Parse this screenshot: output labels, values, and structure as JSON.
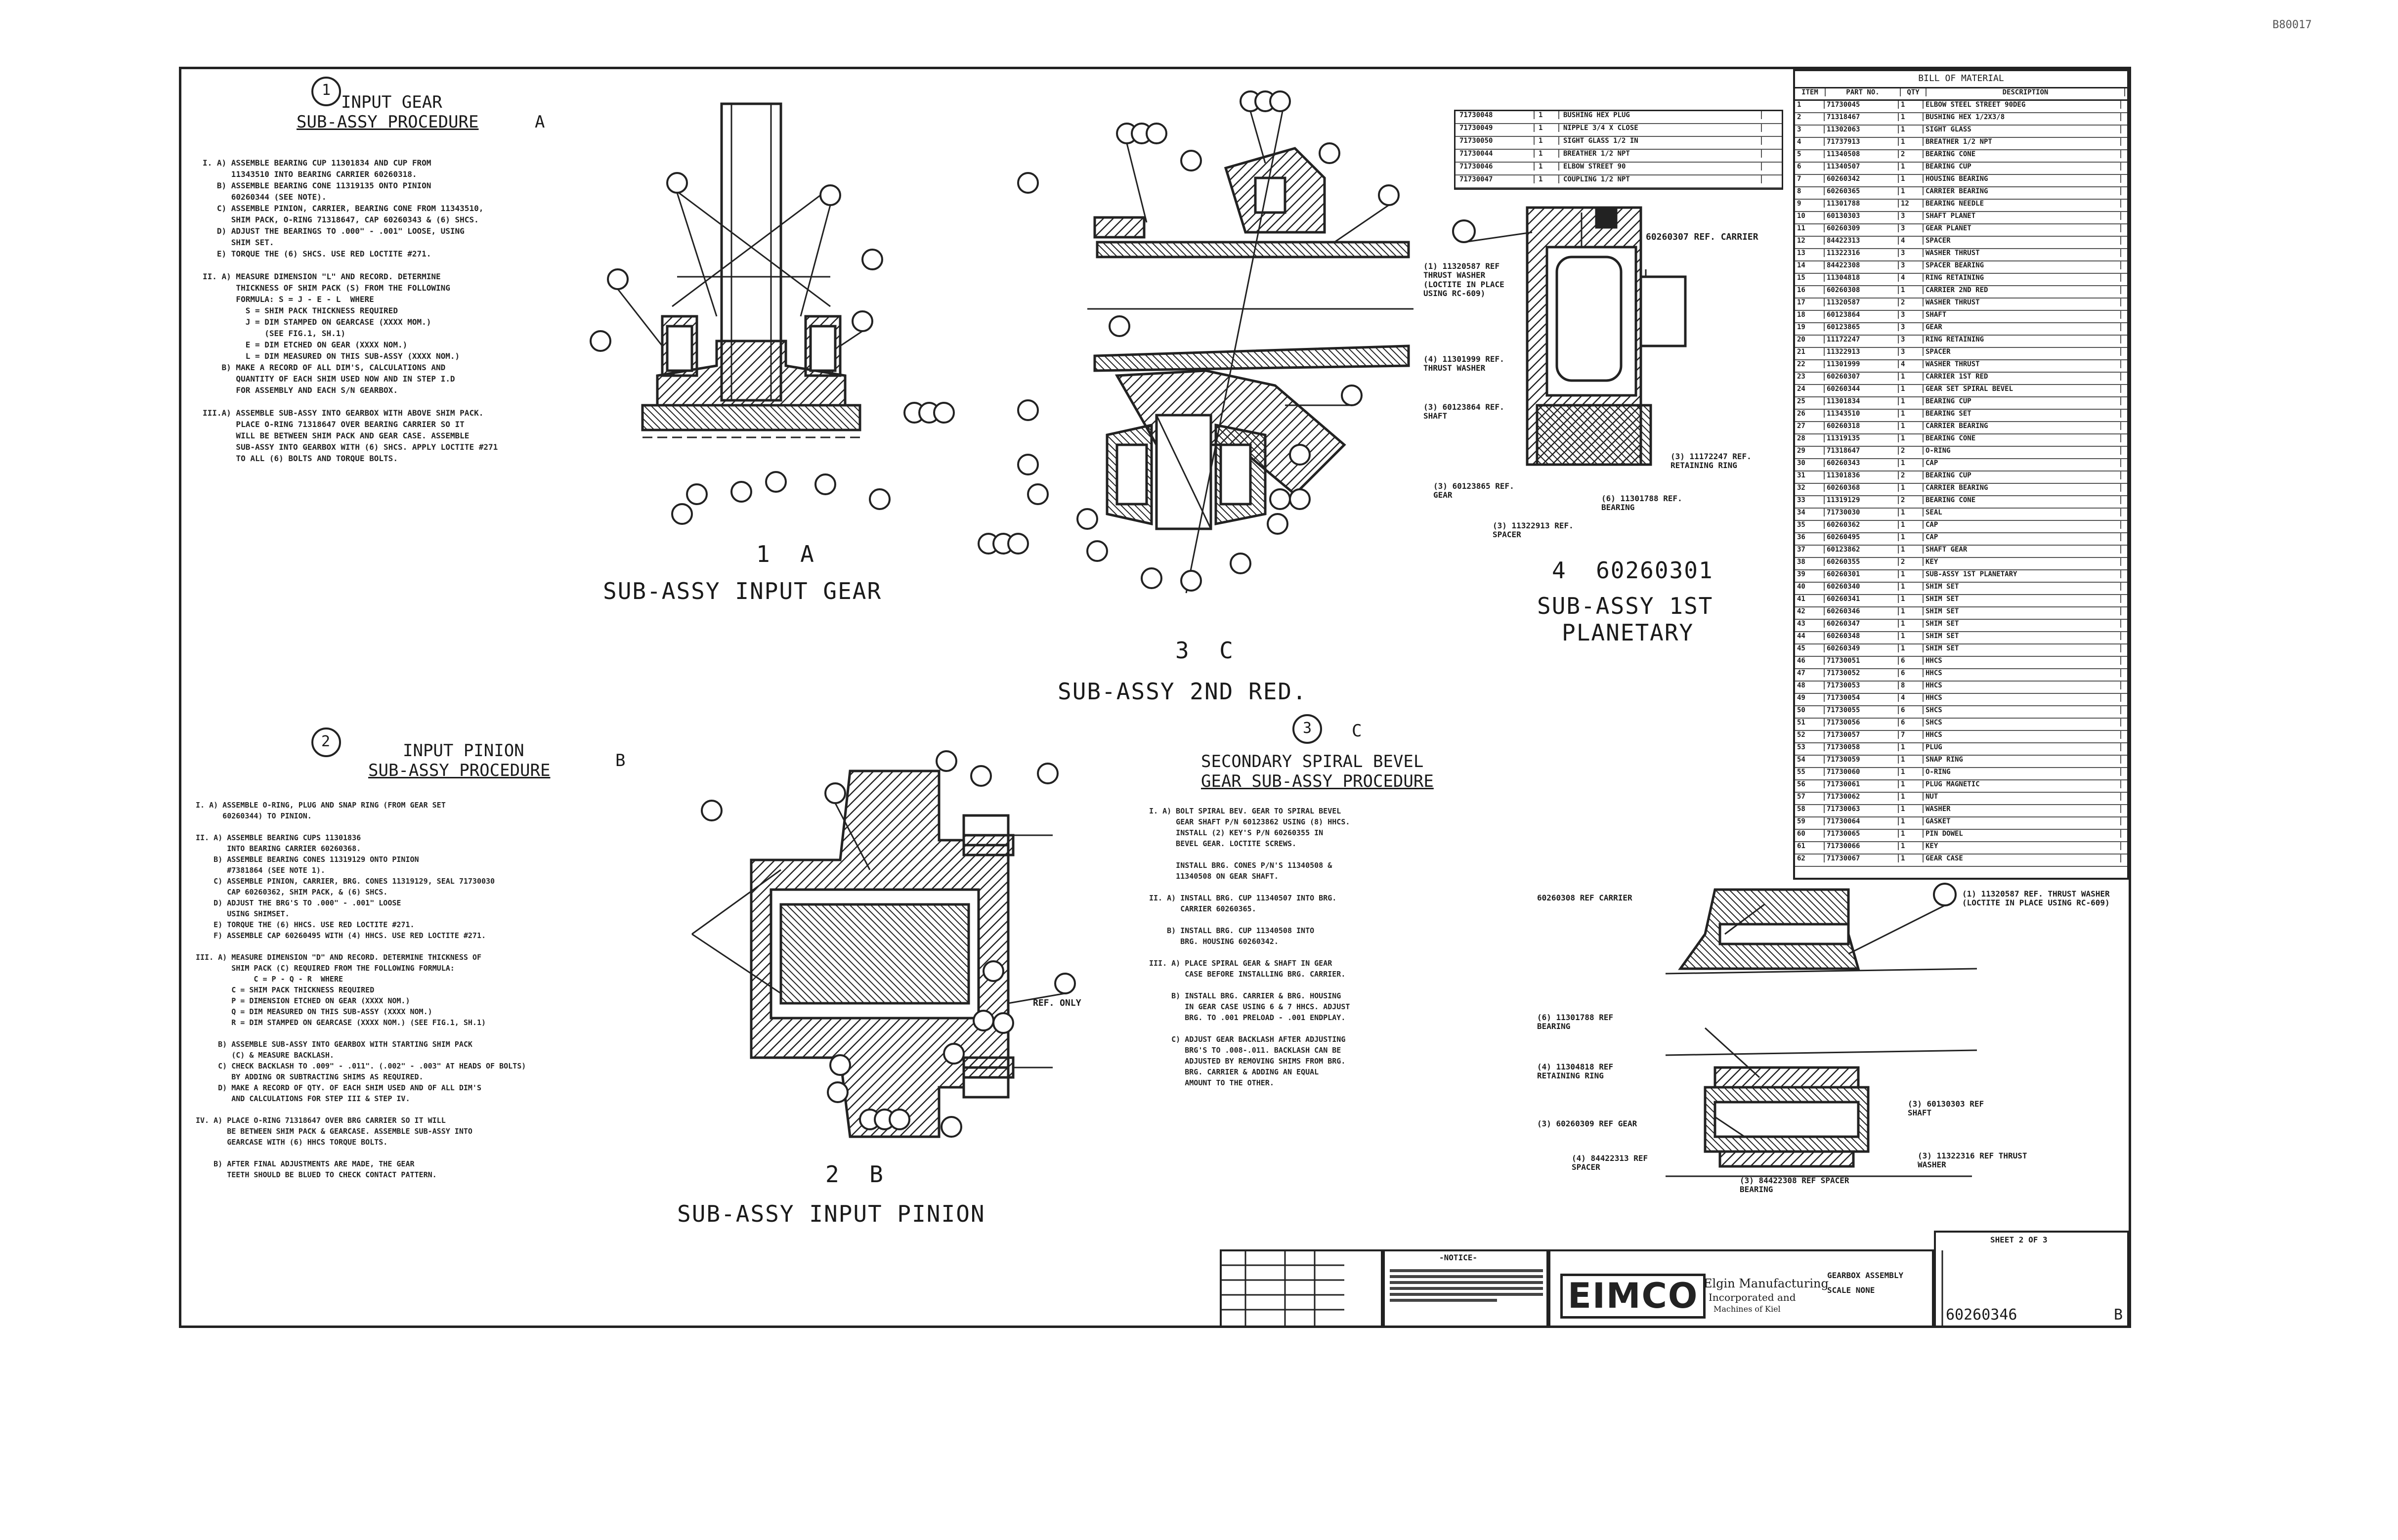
{
  "corner_ref": "B80017",
  "views": {
    "input_gear": {
      "marker": "1",
      "title": "INPUT GEAR",
      "subtitle": "SUB-ASSY PROCEDURE",
      "letter": "A",
      "steps": [
        "I. A) ASSEMBLE BEARING CUP 11301834 AND CUP FROM",
        "      11343510 INTO BEARING CARRIER 60260318.",
        "   B) ASSEMBLE BEARING CONE 11319135 ONTO PINION",
        "      60260344 (SEE NOTE).",
        "   C) ASSEMBLE PINION, CARRIER, BEARING CONE FROM 11343510,",
        "      SHIM PACK, O-RING 71318647, CAP 60260343 & (6) SHCS.",
        "   D) ADJUST THE BEARINGS TO .000\" - .001\" LOOSE, USING",
        "      SHIM SET.",
        "   E) TORQUE THE (6) SHCS. USE RED LOCTITE #271.",
        "",
        "II. A) MEASURE DIMENSION \"L\" AND RECORD. DETERMINE",
        "       THICKNESS OF SHIM PACK (S) FROM THE FOLLOWING",
        "       FORMULA: S = J - E - L  WHERE",
        "         S = SHIM PACK THICKNESS REQUIRED",
        "         J = DIM STAMPED ON GEARCASE (XXXX MOM.)",
        "             (SEE FIG.1, SH.1)",
        "         E = DIM ETCHED ON GEAR (XXXX NOM.)",
        "         L = DIM MEASURED ON THIS SUB-ASSY (XXXX NOM.)",
        "    B) MAKE A RECORD OF ALL DIM'S, CALCULATIONS AND",
        "       QUANTITY OF EACH SHIM USED NOW AND IN STEP I.D",
        "       FOR ASSEMBLY AND EACH S/N GEARBOX.",
        "",
        "III.A) ASSEMBLE SUB-ASSY INTO GEARBOX WITH ABOVE SHIM PACK.",
        "       PLACE O-RING 71318647 OVER BEARING CARRIER SO IT",
        "       WILL BE BETWEEN SHIM PACK AND GEAR CASE. ASSEMBLE",
        "       SUB-ASSY INTO GEARBOX WITH (6) SHCS. APPLY LOCTITE #271",
        "       TO ALL (6) BOLTS AND TORQUE BOLTS."
      ],
      "label": "1  A",
      "caption": "SUB-ASSY INPUT GEAR"
    },
    "second_red": {
      "label": "3  C",
      "caption": "SUB-ASSY 2ND RED."
    },
    "first_planetary": {
      "label": "4  60260301",
      "caption_1": "SUB-ASSY 1ST",
      "caption_2": "PLANETARY",
      "callouts": [
        "60260307 REF. CARRIER",
        "(1) 11320587 REF THRUST WASHER (LOCTITE IN PLACE USING RC-609)",
        "(4) 11301999 REF. THRUST WASHER",
        "(3) 60123864 REF. SHAFT",
        "(3) 11172247 REF. RETAINING RING",
        "(3) 60123865 REF. GEAR",
        "(6) 11301788 REF. BEARING",
        "(3) 11322913 REF. SPACER"
      ]
    },
    "input_pinion": {
      "marker": "2",
      "title": "INPUT PINION",
      "subtitle": "SUB-ASSY PROCEDURE",
      "letter": "B",
      "steps": [
        "I. A) ASSEMBLE O-RING, PLUG AND SNAP RING (FROM GEAR SET",
        "      60260344) TO PINION.",
        "",
        "II. A) ASSEMBLE BEARING CUPS 11301836",
        "       INTO BEARING CARRIER 60260368.",
        "    B) ASSEMBLE BEARING CONES 11319129 ONTO PINION",
        "       #7381864 (SEE NOTE 1).",
        "    C) ASSEMBLE PINION, CARRIER, BRG. CONES 11319129, SEAL 71730030",
        "       CAP 60260362, SHIM PACK, & (6) SHCS.",
        "    D) ADJUST THE BRG'S TO .000\" - .001\" LOOSE",
        "       USING SHIMSET.",
        "    E) TORQUE THE (6) HHCS. USE RED LOCTITE #271.",
        "    F) ASSEMBLE CAP 60260495 WITH (4) HHCS. USE RED LOCTITE #271.",
        "",
        "III. A) MEASURE DIMENSION \"D\" AND RECORD. DETERMINE THICKNESS OF",
        "        SHIM PACK (C) REQUIRED FROM THE FOLLOWING FORMULA:",
        "             C = P - Q - R  WHERE",
        "        C = SHIM PACK THICKNESS REQUIRED",
        "        P = DIMENSION ETCHED ON GEAR (XXXX NOM.)",
        "        Q = DIM MEASURED ON THIS SUB-ASSY (XXXX NOM.)",
        "        R = DIM STAMPED ON GEARCASE (XXXX NOM.) (SEE FIG.1, SH.1)",
        "",
        "     B) ASSEMBLE SUB-ASSY INTO GEARBOX WITH STARTING SHIM PACK",
        "        (C) & MEASURE BACKLASH.",
        "     C) CHECK BACKLASH TO .009\" - .011\". (.002\" - .003\" AT HEADS OF BOLTS)",
        "        BY ADDING OR SUBTRACTING SHIMS AS REQUIRED.",
        "     D) MAKE A RECORD OF QTY. OF EACH SHIM USED AND OF ALL DIM'S",
        "        AND CALCULATIONS FOR STEP III & STEP IV.",
        "",
        "IV. A) PLACE O-RING 71318647 OVER BRG CARRIER SO IT WILL",
        "       BE BETWEEN SHIM PACK & GEARCASE. ASSEMBLE SUB-ASSY INTO",
        "       GEARCASE WITH (6) HHCS TORQUE BOLTS.",
        "",
        "    B) AFTER FINAL ADJUSTMENTS ARE MADE, THE GEAR",
        "       TEETH SHOULD BE BLUED TO CHECK CONTACT PATTERN."
      ],
      "label": "2  B",
      "caption": "SUB-ASSY INPUT PINION",
      "ref_only": "REF. ONLY"
    },
    "secondary_bevel": {
      "marker": "3",
      "letter": "C",
      "title_1": "SECONDARY SPIRAL BEVEL",
      "title_2": "GEAR SUB-ASSY PROCEDURE",
      "steps": [
        "I. A) BOLT SPIRAL BEV. GEAR TO SPIRAL BEVEL",
        "      GEAR SHAFT P/N 60123862 USING (8) HHCS.",
        "      INSTALL (2) KEY'S P/N 60260355 IN",
        "      BEVEL GEAR. LOCTITE SCREWS.",
        "",
        "      INSTALL BRG. CONES P/N'S 11340508 &",
        "      11340508 ON GEAR SHAFT.",
        "",
        "II. A) INSTALL BRG. CUP 11340507 INTO BRG.",
        "       CARRIER 60260365.",
        "",
        "    B) INSTALL BRG. CUP 11340508 INTO",
        "       BRG. HOUSING 60260342.",
        "",
        "III. A) PLACE SPIRAL GEAR & SHAFT IN GEAR",
        "        CASE BEFORE INSTALLING BRG. CARRIER.",
        "",
        "     B) INSTALL BRG. CARRIER & BRG. HOUSING",
        "        IN GEAR CASE USING 6 & 7 HHCS. ADJUST",
        "        BRG. TO .001 PRELOAD - .001 ENDPLAY.",
        "",
        "     C) ADJUST GEAR BACKLASH AFTER ADJUSTING",
        "        BRG'S TO .008-.011. BACKLASH CAN BE",
        "        ADJUSTED BY REMOVING SHIMS FROM BRG.",
        "        BRG. CARRIER & ADDING AN EQUAL",
        "        AMOUNT TO THE OTHER."
      ]
    },
    "carrier_detail": {
      "callouts": [
        "60260308 REF CARRIER",
        "(1) 11320587 REF. THRUST WASHER (LOCTITE IN PLACE USING RC-609)",
        "(6) 11301788 REF BEARING",
        "(4) 11304818 REF RETAINING RING",
        "(3) 60130303 REF SHAFT",
        "(3) 60260309 REF GEAR",
        "(4) 84422313 REF SPACER",
        "(3) 11322316 REF THRUST WASHER",
        "(3) 84422308 REF SPACER BEARING"
      ]
    }
  },
  "bill_of_material": {
    "title": "BILL OF MATERIAL",
    "columns": [
      "ITEM",
      "PART NO.",
      "QTY",
      "DESCRIPTION"
    ],
    "rows": [
      [
        "1",
        "71730045",
        "1",
        "ELBOW STEEL STREET 90DEG"
      ],
      [
        "2",
        "71318467",
        "1",
        "BUSHING HEX 1/2X3/8"
      ],
      [
        "3",
        "11302063",
        "1",
        "SIGHT GLASS"
      ],
      [
        "4",
        "71737913",
        "1",
        "BREATHER 1/2 NPT"
      ],
      [
        "5",
        "11340508",
        "2",
        "BEARING CONE"
      ],
      [
        "6",
        "11340507",
        "1",
        "BEARING CUP"
      ],
      [
        "7",
        "60260342",
        "1",
        "HOUSING BEARING"
      ],
      [
        "8",
        "60260365",
        "1",
        "CARRIER BEARING"
      ],
      [
        "9",
        "11301788",
        "12",
        "BEARING NEEDLE"
      ],
      [
        "10",
        "60130303",
        "3",
        "SHAFT PLANET"
      ],
      [
        "11",
        "60260309",
        "3",
        "GEAR PLANET"
      ],
      [
        "12",
        "84422313",
        "4",
        "SPACER"
      ],
      [
        "13",
        "11322316",
        "3",
        "WASHER THRUST"
      ],
      [
        "14",
        "84422308",
        "3",
        "SPACER BEARING"
      ],
      [
        "15",
        "11304818",
        "4",
        "RING RETAINING"
      ],
      [
        "16",
        "60260308",
        "1",
        "CARRIER 2ND RED"
      ],
      [
        "17",
        "11320587",
        "2",
        "WASHER THRUST"
      ],
      [
        "18",
        "60123864",
        "3",
        "SHAFT"
      ],
      [
        "19",
        "60123865",
        "3",
        "GEAR"
      ],
      [
        "20",
        "11172247",
        "3",
        "RING RETAINING"
      ],
      [
        "21",
        "11322913",
        "3",
        "SPACER"
      ],
      [
        "22",
        "11301999",
        "4",
        "WASHER THRUST"
      ],
      [
        "23",
        "60260307",
        "1",
        "CARRIER 1ST RED"
      ],
      [
        "24",
        "60260344",
        "1",
        "GEAR SET SPIRAL BEVEL"
      ],
      [
        "25",
        "11301834",
        "1",
        "BEARING CUP"
      ],
      [
        "26",
        "11343510",
        "1",
        "BEARING SET"
      ],
      [
        "27",
        "60260318",
        "1",
        "CARRIER BEARING"
      ],
      [
        "28",
        "11319135",
        "1",
        "BEARING CONE"
      ],
      [
        "29",
        "71318647",
        "2",
        "O-RING"
      ],
      [
        "30",
        "60260343",
        "1",
        "CAP"
      ],
      [
        "31",
        "11301836",
        "2",
        "BEARING CUP"
      ],
      [
        "32",
        "60260368",
        "1",
        "CARRIER BEARING"
      ],
      [
        "33",
        "11319129",
        "2",
        "BEARING CONE"
      ],
      [
        "34",
        "71730030",
        "1",
        "SEAL"
      ],
      [
        "35",
        "60260362",
        "1",
        "CAP"
      ],
      [
        "36",
        "60260495",
        "1",
        "CAP"
      ],
      [
        "37",
        "60123862",
        "1",
        "SHAFT GEAR"
      ],
      [
        "38",
        "60260355",
        "2",
        "KEY"
      ],
      [
        "39",
        "60260301",
        "1",
        "SUB-ASSY 1ST PLANETARY"
      ],
      [
        "40",
        "60260340",
        "1",
        "SHIM SET"
      ],
      [
        "41",
        "60260341",
        "1",
        "SHIM SET"
      ],
      [
        "42",
        "60260346",
        "1",
        "SHIM SET"
      ],
      [
        "43",
        "60260347",
        "1",
        "SHIM SET"
      ],
      [
        "44",
        "60260348",
        "1",
        "SHIM SET"
      ],
      [
        "45",
        "60260349",
        "1",
        "SHIM SET"
      ],
      [
        "46",
        "71730051",
        "6",
        "HHCS"
      ],
      [
        "47",
        "71730052",
        "6",
        "HHCS"
      ],
      [
        "48",
        "71730053",
        "8",
        "HHCS"
      ],
      [
        "49",
        "71730054",
        "4",
        "HHCS"
      ],
      [
        "50",
        "71730055",
        "6",
        "SHCS"
      ],
      [
        "51",
        "71730056",
        "6",
        "SHCS"
      ],
      [
        "52",
        "71730057",
        "7",
        "HHCS"
      ],
      [
        "53",
        "71730058",
        "1",
        "PLUG"
      ],
      [
        "54",
        "71730059",
        "1",
        "SNAP RING"
      ],
      [
        "55",
        "71730060",
        "1",
        "O-RING"
      ],
      [
        "56",
        "71730061",
        "1",
        "PLUG MAGNETIC"
      ],
      [
        "57",
        "71730062",
        "1",
        "NUT"
      ],
      [
        "58",
        "71730063",
        "1",
        "WASHER"
      ],
      [
        "59",
        "71730064",
        "1",
        "GASKET"
      ],
      [
        "60",
        "71730065",
        "1",
        "PIN DOWEL"
      ],
      [
        "61",
        "71730066",
        "1",
        "KEY"
      ],
      [
        "62",
        "71730067",
        "1",
        "GEAR CASE"
      ]
    ]
  },
  "upper_list": [
    [
      "71730048",
      "1",
      "BUSHING HEX PLUG"
    ],
    [
      "71730049",
      "1",
      "NIPPLE 3/4 X CLOSE"
    ],
    [
      "71730050",
      "1",
      "SIGHT GLASS 1/2 IN"
    ],
    [
      "71730044",
      "1",
      "BREATHER 1/2 NPT"
    ],
    [
      "71730046",
      "1",
      "ELBOW STREET 90"
    ],
    [
      "71730047",
      "1",
      "COUPLING 1/2 NPT"
    ]
  ],
  "title_block": {
    "notice": "-NOTICE-",
    "logo": "EIMCO",
    "company_1": "Elgin Manufacturing",
    "company_2": "Incorporated and",
    "company_3": "Machines of Kiel",
    "drawing_number": "60260346",
    "sheet": "SHEET 2 OF 3",
    "rev": "B",
    "drawing_title": "GEARBOX ASSEMBLY",
    "scale_label": "SCALE NONE"
  }
}
